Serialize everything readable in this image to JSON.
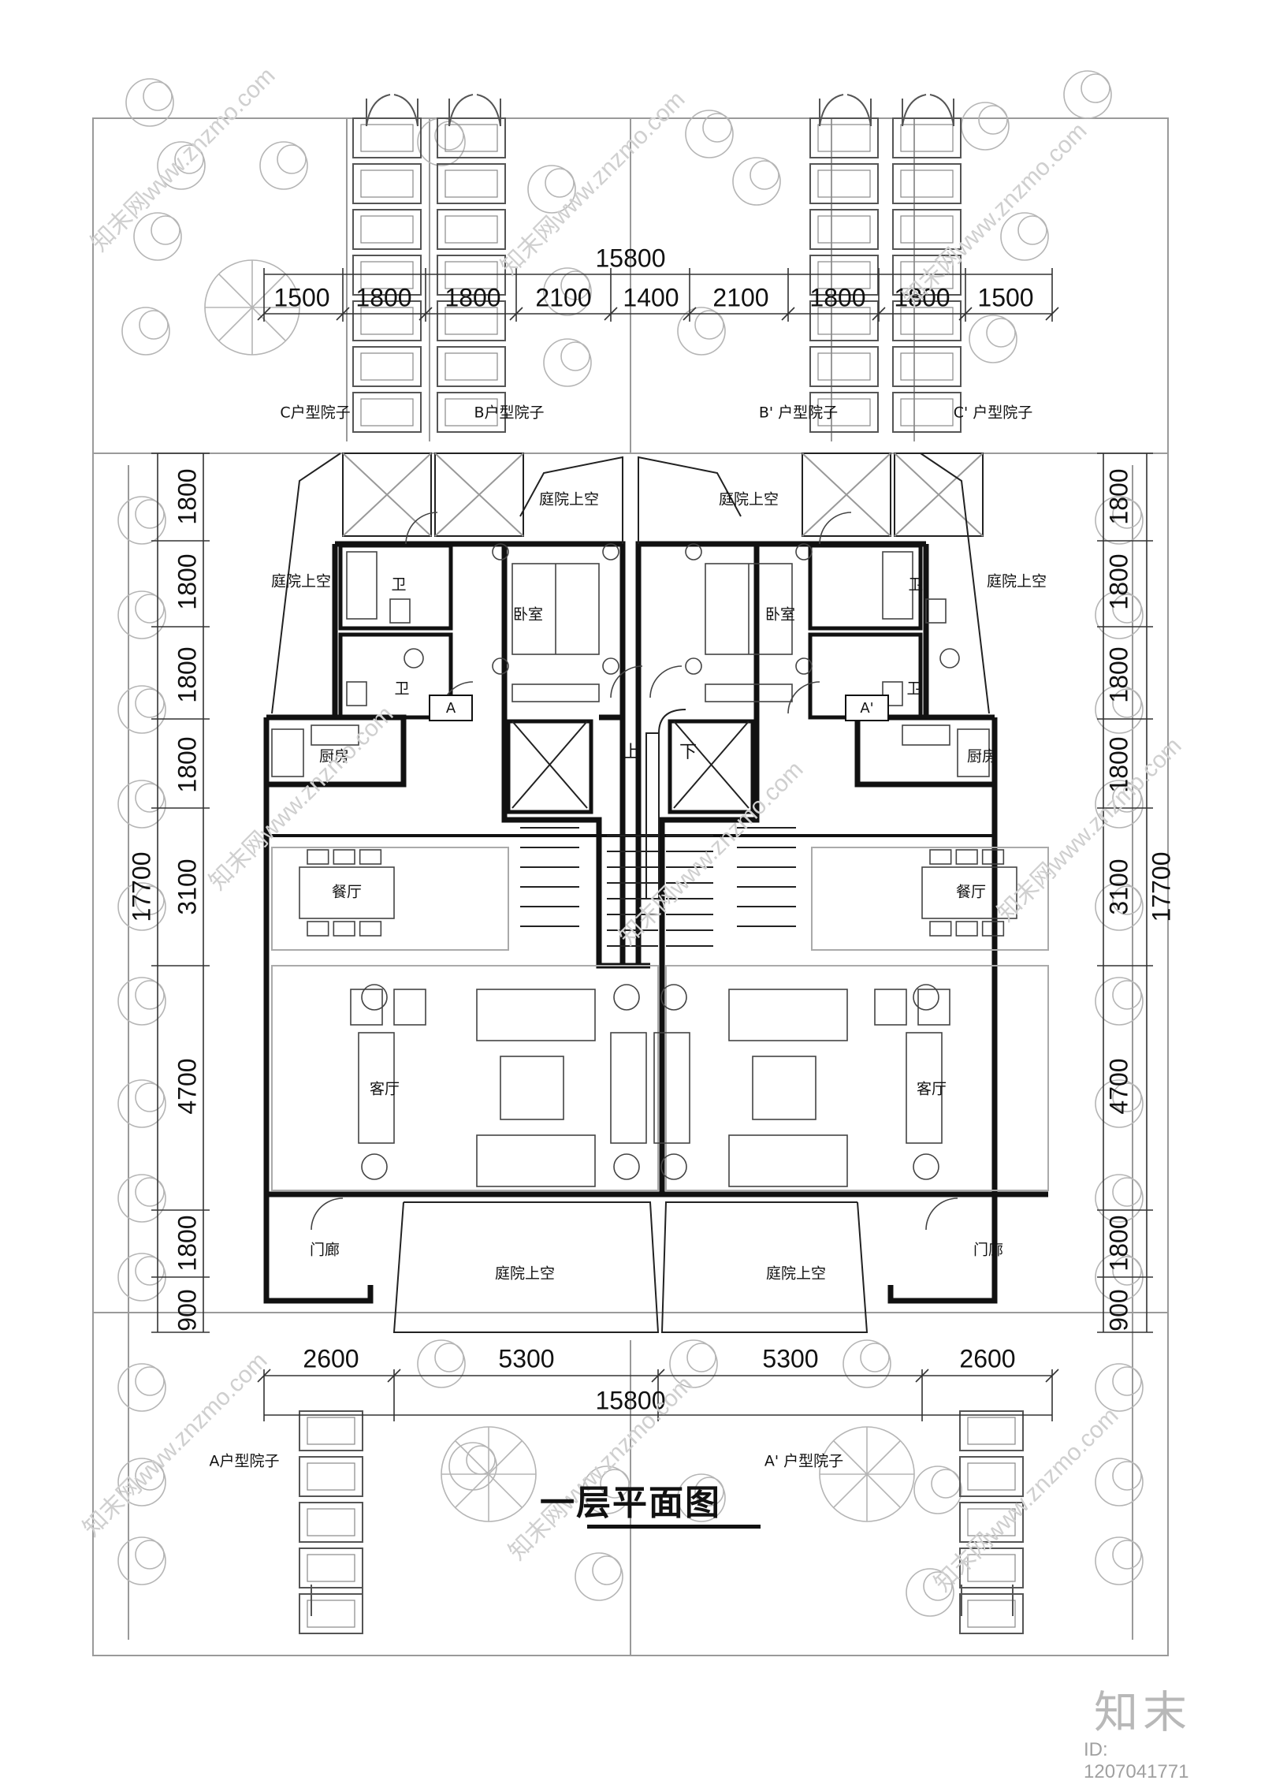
{
  "title": "一层平面图",
  "brand": "知末",
  "image_id": "ID: 1207041771",
  "watermark": "知末网www.znzmo.com",
  "dimensions": {
    "top_total": "15800",
    "top_segments": [
      "1500",
      "1800",
      "1800",
      "2100",
      "1400",
      "2100",
      "1800",
      "1800",
      "1500"
    ],
    "bottom_segments": [
      "2600",
      "5300",
      "5300",
      "2600"
    ],
    "bottom_total": "15800",
    "left_total": "17700",
    "right_total": "17700",
    "side_segments": [
      "1800",
      "1800",
      "1800",
      "1800",
      "3100",
      "4700",
      "1800",
      "900"
    ]
  },
  "yards": {
    "c": "C户型院子",
    "b": "B户型院子",
    "b_prime": "B' 户型院子",
    "c_prime": "C' 户型院子",
    "a": "A户型院子",
    "a_prime": "A' 户型院子"
  },
  "rooms": {
    "courtyard_void": "庭院上空",
    "bath": "卫",
    "bedroom": "卧室",
    "kitchen": "厨房",
    "dining": "餐厅",
    "living": "客厅",
    "porch": "门廊",
    "stair_up": "上",
    "stair_down": "下",
    "unit_a": "A",
    "unit_a_prime": "A'"
  }
}
